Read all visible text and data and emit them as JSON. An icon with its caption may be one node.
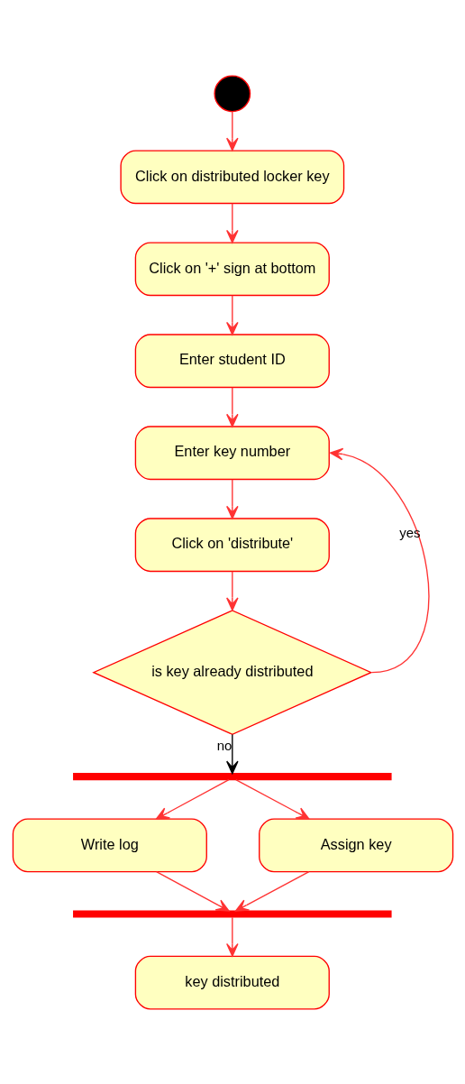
{
  "diagram": {
    "nodes": [
      {
        "text": [],
        "shape": "circle"
      },
      {
        "text": [
          "Click on distributed locker key"
        ]
      },
      {
        "text": [
          "Click on '+' sign at bottom"
        ]
      },
      {
        "text": [
          "Enter student ID"
        ]
      },
      {
        "text": [
          "Enter key number"
        ]
      },
      {
        "text": [
          "Click on 'distribute'"
        ]
      },
      {
        "text": [
          "is key already distributed"
        ]
      },
      {
        "text": [],
        "shape": "bar"
      },
      {
        "text": [
          "Write log"
        ]
      },
      {
        "text": [
          "Assign key"
        ]
      },
      {
        "text": [],
        "shape": "bar"
      },
      {
        "text": [
          "key distributed"
        ]
      }
    ],
    "edges": [
      {
        "from": 0,
        "to": 1,
        "arrow": "to"
      },
      {
        "from": 1,
        "to": 2,
        "arrow": "to"
      },
      {
        "from": 2,
        "to": 3,
        "arrow": "to"
      },
      {
        "from": 3,
        "to": 4,
        "arrow": "to"
      },
      {
        "from": 4,
        "to": 5,
        "arrow": "to"
      },
      {
        "from": 5,
        "to": 6,
        "arrow": "to"
      },
      {
        "from": 6,
        "to": 4,
        "arrow": "to",
        "label": "yes"
      },
      {
        "from": 6,
        "to": 7,
        "arrow": "to",
        "label": "no",
        "color": "#000000"
      },
      {
        "from": 7,
        "to": 8,
        "arrow": "to"
      },
      {
        "from": 7,
        "to": 9,
        "arrow": "to"
      },
      {
        "from": 8,
        "to": 10,
        "arrow": "to"
      },
      {
        "from": 9,
        "to": 10,
        "arrow": "to"
      },
      {
        "from": 10,
        "to": 11,
        "arrow": "to"
      }
    ]
  }
}
